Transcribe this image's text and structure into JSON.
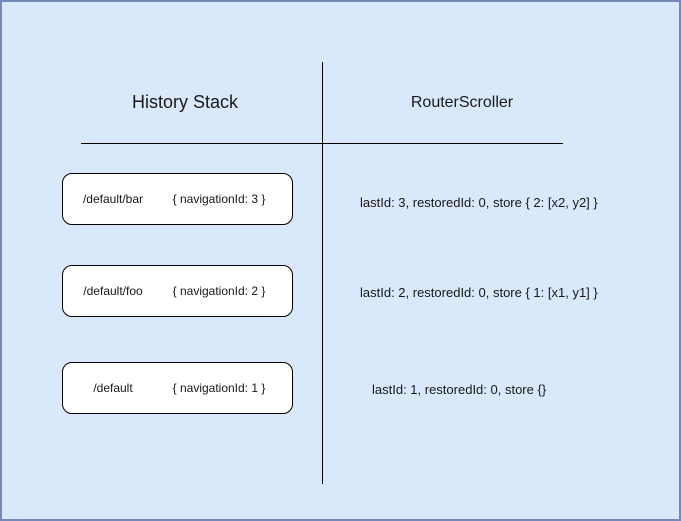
{
  "colors": {
    "canvas_fill": "#dae8fc",
    "canvas_border": "#7488ba",
    "node_fill": "#ffffff",
    "line": "#000000"
  },
  "headers": {
    "left": "History Stack",
    "right": "RouterScroller"
  },
  "history_stack": [
    {
      "route": "/default/bar",
      "state": "{ navigationId: 3 }"
    },
    {
      "route": "/default/foo",
      "state": "{ navigationId: 2 }"
    },
    {
      "route": "/default",
      "state": "{ navigationId: 1 }"
    }
  ],
  "router_scroller": [
    "lastId: 3, restoredId: 0, store { 2: [x2, y2] }",
    "lastId: 2, restoredId: 0, store { 1: [x1, y1] }",
    "lastId: 1, restoredId: 0, store {}"
  ]
}
